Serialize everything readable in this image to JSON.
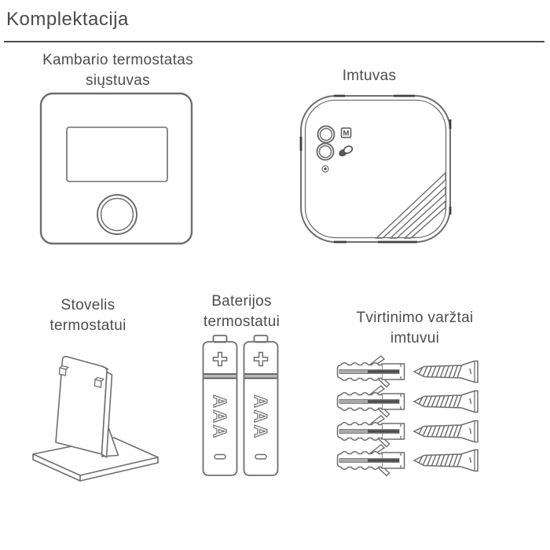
{
  "title": "Komplektacija",
  "items": {
    "thermostat": {
      "label_line1": "Kambario termostatas",
      "label_line2": "siųstuvas"
    },
    "receiver": {
      "label": "Imtuvas",
      "mode_button_label": "M"
    },
    "stand": {
      "label_line1": "Stovelis",
      "label_line2": "termostatui"
    },
    "batteries": {
      "label_line1": "Baterijos",
      "label_line2": "termostatui",
      "cell_type": "AAA",
      "positive_symbol": "+",
      "negative_symbol": "−",
      "quantity": 2
    },
    "screws": {
      "label_line1": "Tvirtinimo varžtai",
      "label_line2": "imtuvui",
      "quantity": 4
    }
  },
  "colors": {
    "line_art": "#6d6e71",
    "text": "#4d4d4f",
    "accent_dark": "#414042"
  }
}
